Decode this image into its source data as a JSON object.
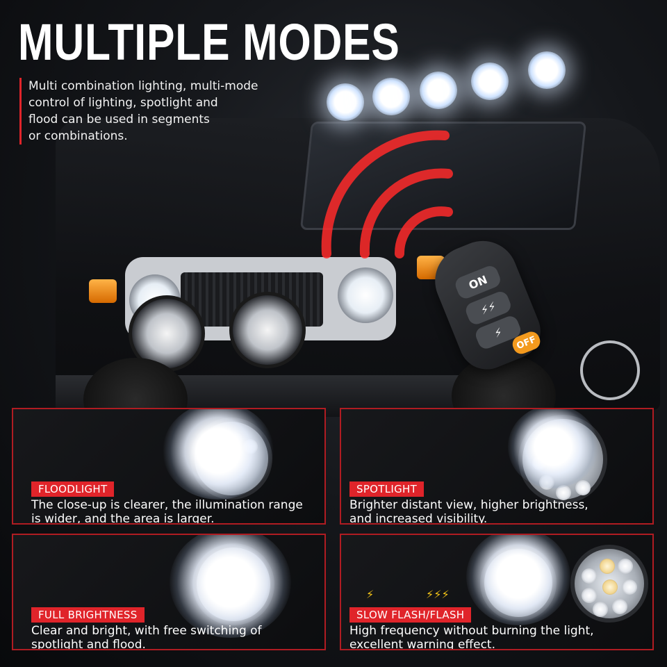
{
  "header": {
    "title": "MULTIPLE MODES",
    "description_lines": [
      "Multi combination lighting, multi-mode",
      "control of lighting, spotlight and",
      "flood can be used in segments",
      "or combinations."
    ]
  },
  "remote": {
    "on_label": "ON",
    "off_label": "OFF",
    "flash_icon": "double-lightning-icon",
    "slow_flash_icon": "lightning-icon"
  },
  "panels": [
    {
      "label": "FLOODLIGHT",
      "lines": [
        "The close-up is clearer, the illumination range",
        "is wider, and the area is larger."
      ]
    },
    {
      "label": "SPOTLIGHT",
      "lines": [
        "Brighter distant view, higher brightness,",
        "and increased visibility."
      ]
    },
    {
      "label": "FULL BRIGHTNESS",
      "lines": [
        "Clear and bright, with free switching of",
        "spotlight and flood."
      ]
    },
    {
      "label": "SLOW FLASH/FLASH",
      "lines": [
        "High frequency without burning the light,",
        "excellent warning effect."
      ],
      "icons": [
        "⚡",
        "⚡⚡⚡"
      ]
    }
  ],
  "colors": {
    "accent_red": "#e0242a",
    "panel_border": "#b01c22",
    "off_button": "#f39a1e",
    "bolt": "#f5c518"
  }
}
